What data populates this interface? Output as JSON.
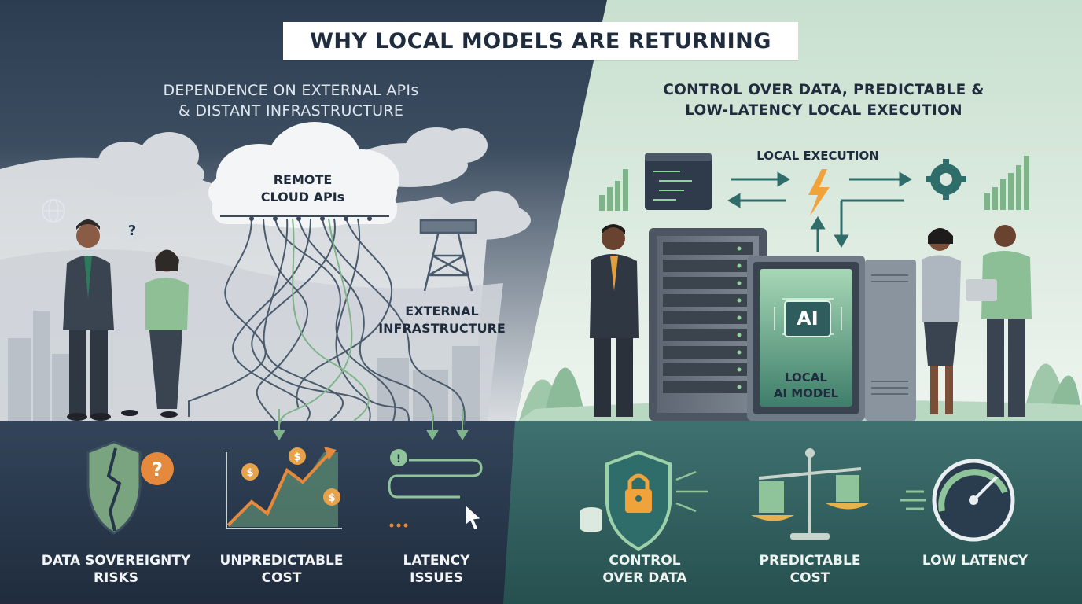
{
  "title": "WHY LOCAL MODELS ARE RETURNING",
  "left_panel": {
    "heading_line1": "DEPENDENCE ON EXTERNAL APIs",
    "heading_line2": "& DISTANT INFRASTRUCTURE",
    "cloud_label_line1": "REMOTE",
    "cloud_label_line2": "CLOUD APIs",
    "infra_label_line1": "EXTERNAL",
    "infra_label_line2": "INFRASTRUCTURE",
    "issues": [
      {
        "line1": "DATA SOVEREIGNTY",
        "line2": "RISKS",
        "icon": "broken-shield-icon"
      },
      {
        "line1": "UNPREDICTABLE",
        "line2": "COST",
        "icon": "rising-cost-chart-icon"
      },
      {
        "line1": "LATENCY",
        "line2": "ISSUES",
        "icon": "tangled-path-icon"
      }
    ]
  },
  "right_panel": {
    "heading_line1": "CONTROL OVER DATA, PREDICTABLE &",
    "heading_line2": "LOW-LATENCY LOCAL EXECUTION",
    "execution_label": "LOCAL EXECUTION",
    "chip_label": "AI",
    "model_label_line1": "LOCAL",
    "model_label_line2": "AI MODEL",
    "benefits": [
      {
        "line1": "CONTROL",
        "line2": "OVER DATA",
        "icon": "lock-shield-icon"
      },
      {
        "line1": "PREDICTABLE",
        "line2": "COST",
        "icon": "balance-scale-icon"
      },
      {
        "line1": "LOW LATENCY",
        "line2": "",
        "icon": "speedometer-icon"
      }
    ]
  },
  "colors": {
    "navy": "#26364a",
    "sage": "#dbe9df",
    "teal": "#2f5c5c",
    "accent_green": "#7fb389",
    "accent_orange": "#e58a3c"
  }
}
